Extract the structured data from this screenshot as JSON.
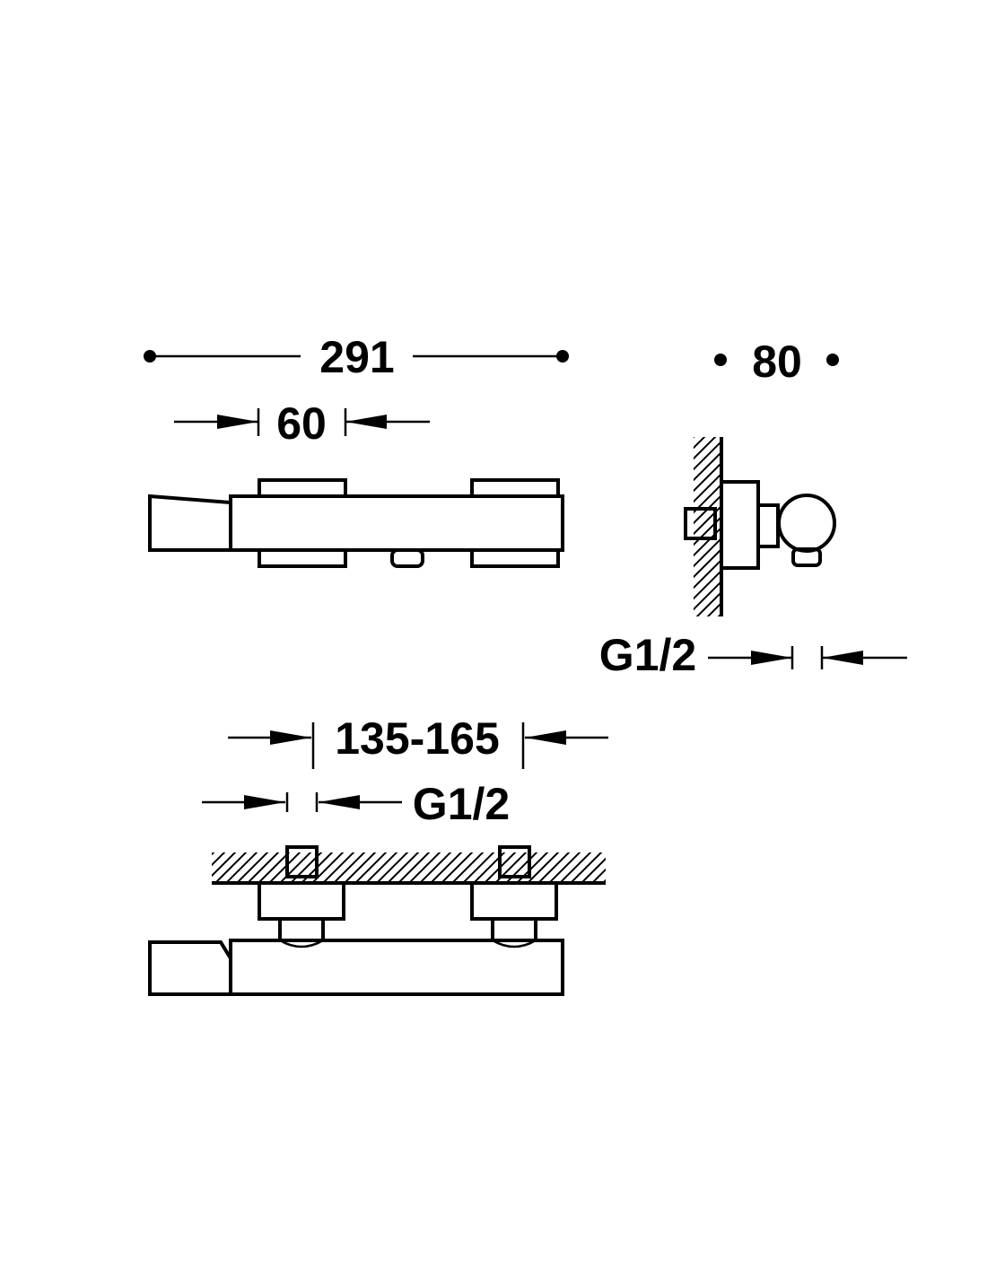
{
  "dimensions": {
    "overall_length": "291",
    "handle_width": "60",
    "depth": "80",
    "side_inlet_thread": "G1/2",
    "inlet_spacing": "135-165",
    "inlet_thread": "G1/2"
  },
  "colors": {
    "line": "#000000",
    "background": "#ffffff"
  }
}
